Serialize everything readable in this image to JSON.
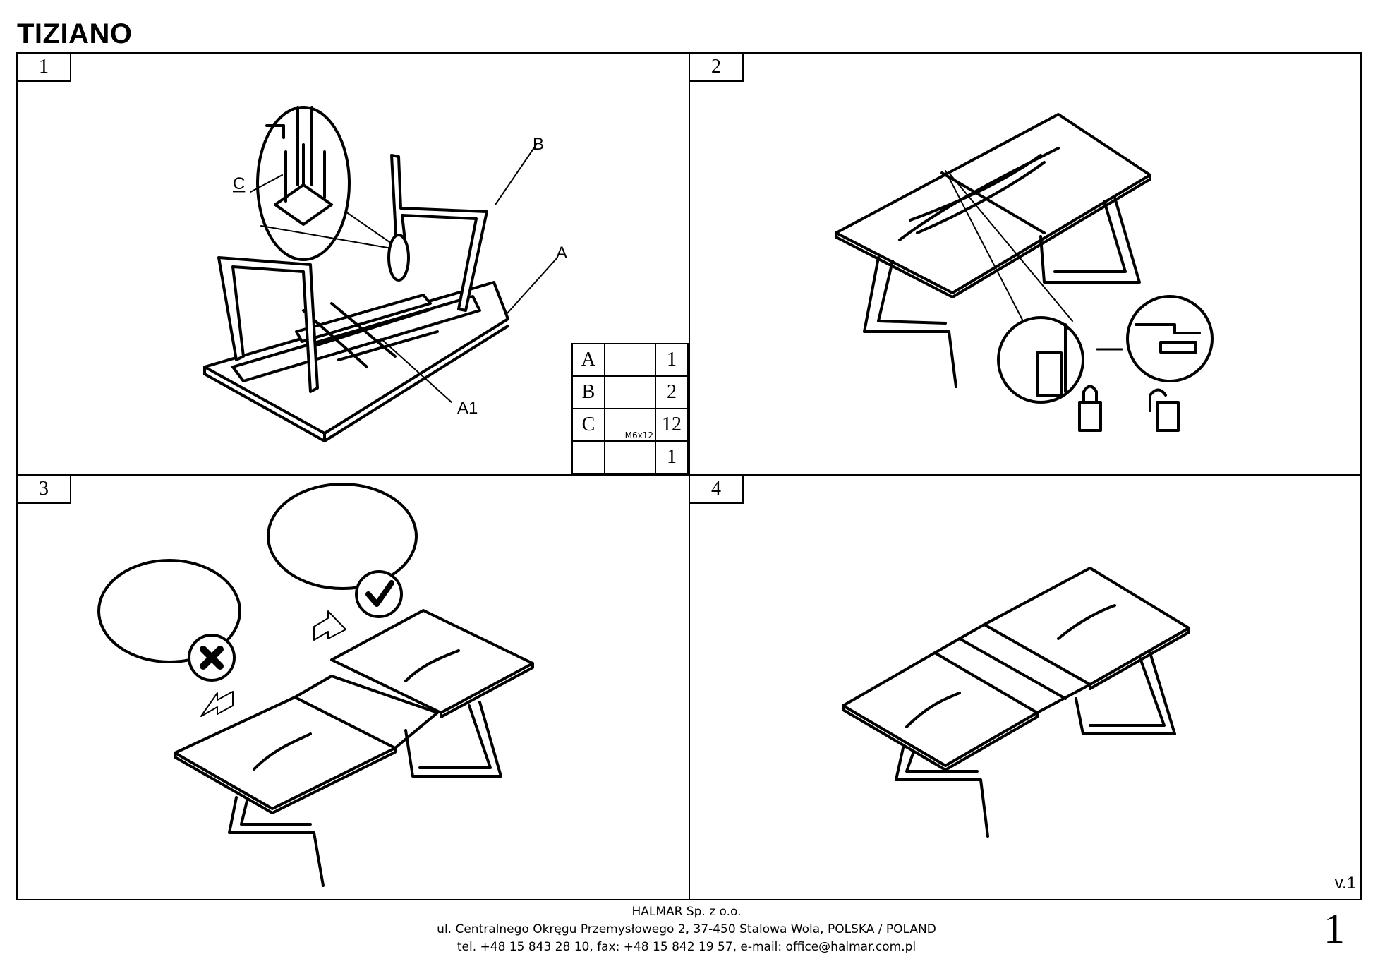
{
  "title": "TIZIANO",
  "steps": [
    "1",
    "2",
    "3",
    "4"
  ],
  "labels": {
    "a": "A",
    "a1": "A1",
    "b": "B",
    "c": "C"
  },
  "parts_table": {
    "rows": [
      {
        "letter": "A",
        "icon": "tabletop-icon",
        "qty": "1"
      },
      {
        "letter": "B",
        "icon": "leg-frame-icon",
        "qty": "2"
      },
      {
        "letter": "C",
        "icon": "bolt-icon",
        "size": "M6x12",
        "qty": "12"
      },
      {
        "letter": "",
        "icon": "allen-key-icon",
        "qty": "1"
      }
    ]
  },
  "version": "v.1",
  "page_number": "1",
  "footer": {
    "company": "HALMAR Sp. z o.o.",
    "address": "ul. Centralnego Okręgu Przemysłowego 2, 37-450 Stalowa Wola, POLSKA / POLAND",
    "contact": "tel. +48 15 843 28 10, fax: +48 15 842 19 57, e-mail: office@halmar.com.pl"
  }
}
